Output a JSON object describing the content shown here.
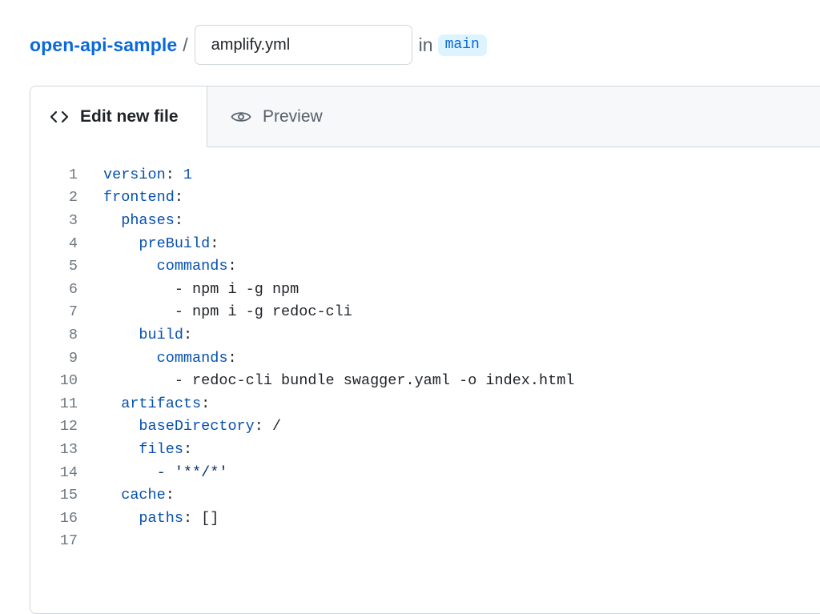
{
  "header": {
    "repo_name": "open-api-sample",
    "separator": "/",
    "filename_value": "amplify.yml",
    "in_label": "in",
    "branch": "main"
  },
  "tabs": [
    {
      "label": "Edit new file",
      "icon": "code-icon",
      "active": true
    },
    {
      "label": "Preview",
      "icon": "eye-icon",
      "active": false
    }
  ],
  "code_lines": [
    {
      "num": "1",
      "indent": "",
      "key": "version",
      "rest": " 1",
      "rest_type": "number"
    },
    {
      "num": "2",
      "indent": "",
      "key": "frontend",
      "rest": "",
      "rest_type": "plain"
    },
    {
      "num": "3",
      "indent": "  ",
      "key": "phases",
      "rest": "",
      "rest_type": "plain"
    },
    {
      "num": "4",
      "indent": "    ",
      "key": "preBuild",
      "rest": "",
      "rest_type": "plain"
    },
    {
      "num": "5",
      "indent": "      ",
      "key": "commands",
      "rest": "",
      "rest_type": "plain"
    },
    {
      "num": "6",
      "indent": "        ",
      "key": "",
      "rest": "- npm i -g npm",
      "rest_type": "plain"
    },
    {
      "num": "7",
      "indent": "        ",
      "key": "",
      "rest": "- npm i -g redoc-cli",
      "rest_type": "plain"
    },
    {
      "num": "8",
      "indent": "    ",
      "key": "build",
      "rest": "",
      "rest_type": "plain"
    },
    {
      "num": "9",
      "indent": "      ",
      "key": "commands",
      "rest": "",
      "rest_type": "plain"
    },
    {
      "num": "10",
      "indent": "        ",
      "key": "",
      "rest": "- redoc-cli bundle swagger.yaml -o index.html",
      "rest_type": "plain"
    },
    {
      "num": "11",
      "indent": "  ",
      "key": "artifacts",
      "rest": "",
      "rest_type": "plain"
    },
    {
      "num": "12",
      "indent": "    ",
      "key": "baseDirectory",
      "rest": " /",
      "rest_type": "plain"
    },
    {
      "num": "13",
      "indent": "    ",
      "key": "files",
      "rest": "",
      "rest_type": "plain"
    },
    {
      "num": "14",
      "indent": "      ",
      "key": "",
      "rest": "- '**/*'",
      "rest_type": "string"
    },
    {
      "num": "15",
      "indent": "  ",
      "key": "cache",
      "rest": "",
      "rest_type": "plain"
    },
    {
      "num": "16",
      "indent": "    ",
      "key": "paths",
      "rest": " []",
      "rest_type": "plain"
    },
    {
      "num": "17",
      "indent": "",
      "key": "",
      "rest": "",
      "rest_type": "plain"
    }
  ],
  "colors": {
    "link": "#0969da",
    "yaml_key": "#0550ae",
    "string": "#0a3069",
    "branch_bg": "#ddf4ff",
    "line_number": "#6e7781"
  }
}
